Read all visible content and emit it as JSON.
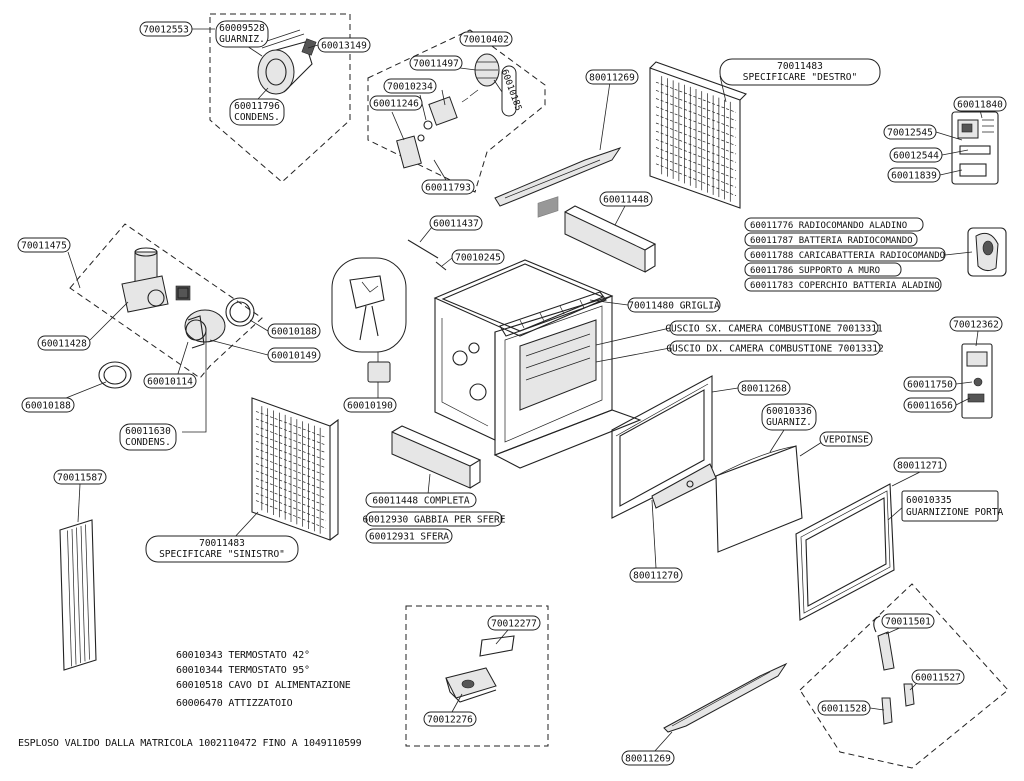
{
  "callouts": {
    "c_70012553": "70012553",
    "c_60009528": "60009528",
    "c_garniz1": "GUARNIZ.",
    "c_60013149": "60013149",
    "c_60011796": "60011796",
    "c_condens1": "CONDENS.",
    "c_70010402": "70010402",
    "c_70011497": "70011497",
    "c_70010234": "70010234",
    "c_60011246": "60011246",
    "c_60010185": "60010185",
    "c_60011793": "60011793",
    "c_80011269_top": "80011269",
    "c_70011483_r1": "70011483",
    "c_70011483_r2": "SPECIFICARE \"DESTRO\"",
    "c_60011840": "60011840",
    "c_70012545": "70012545",
    "c_60012544": "60012544",
    "c_60011839": "60011839",
    "c_60011448_top": "60011448",
    "c_60011437": "60011437",
    "c_70010245": "70010245",
    "c_70011475": "70011475",
    "c_60011428": "60011428",
    "c_60010188_a": "60010188",
    "c_60010149": "60010149",
    "c_60010114": "60010114",
    "c_60010188_b": "60010188",
    "c_60011630": "60011630",
    "c_condens2": "CONDENS.",
    "c_60010190": "60010190",
    "c_70011480": "70011480 GRIGLIA",
    "c_guscio_sx": "GUSCIO SX. CAMERA COMBUSTIONE 70013311",
    "c_guscio_dx": "GUSCIO DX. CAMERA COMBUSTIONE 70013312",
    "c_70012362": "70012362",
    "c_60011750": "60011750",
    "c_60011656": "60011656",
    "c_80011268": "80011268",
    "c_60010336": "60010336",
    "c_garniz2": "GUARNIZ.",
    "c_vepoinse": "VEPOINSE",
    "c_80011271": "80011271",
    "c_60010335_1": "60010335",
    "c_60010335_2": "GUARNIZIONE PORTA",
    "c_80011270": "80011270",
    "c_60011448_c": "60011448  COMPLETA",
    "c_60012930": "60012930 GABBIA PER SFERE",
    "c_60012931": "60012931  SFERA",
    "c_70011483_l1": "70011483",
    "c_70011483_l2": "SPECIFICARE \"SINISTRO\"",
    "c_70011587": "70011587",
    "c_70012277": "70012277",
    "c_70012276": "70012276",
    "c_70011501": "70011501",
    "c_60011527": "60011527",
    "c_60011528": "60011528",
    "c_80011269_bot": "80011269"
  },
  "remote_list": [
    "60011776  RADIOCOMANDO ALADINO",
    "60011787  BATTERIA RADIOCOMANDO",
    "60011788  CARICABATTERIA RADIOCOMANDO",
    "60011786  SUPPORTO A MURO",
    "60011783  COPERCHIO BATTERIA ALADINO"
  ],
  "notes": [
    "60010343 TERMOSTATO 42°",
    "60010344 TERMOSTATO 95°",
    "60010518  CAVO DI ALIMENTAZIONE",
    "60006470 ATTIZZATOIO"
  ],
  "footer": "ESPLOSO VALIDO DALLA MATRICOLA  1002110472 FINO A 1049110599"
}
